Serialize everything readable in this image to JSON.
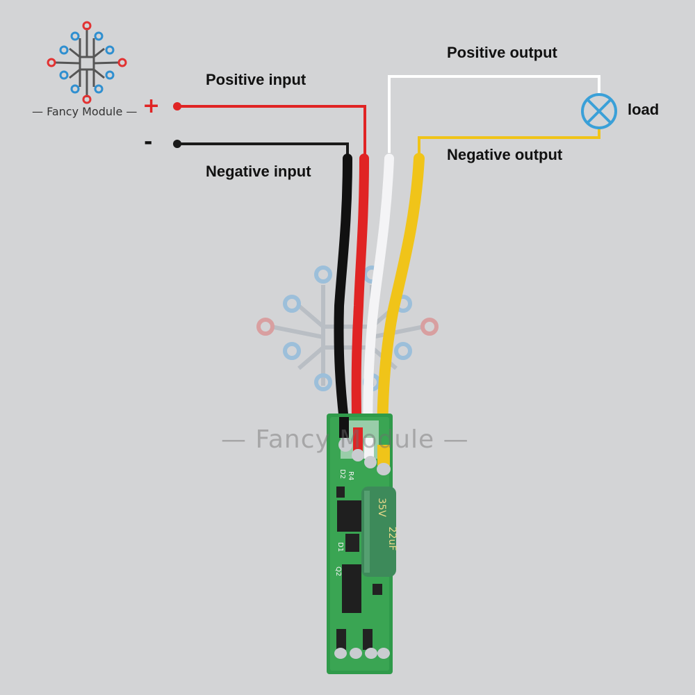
{
  "labels": {
    "positive_input": "Positive input",
    "negative_input": "Negative input",
    "positive_output": "Positive output",
    "negative_output": "Negative output",
    "load": "load",
    "plus_sign": "+",
    "minus_sign": "-"
  },
  "brand": {
    "logo_text": "— Fancy Module —",
    "watermark_text": "— Fancy Module —"
  },
  "board_markings": {
    "capacitor_rating": "35V",
    "capacitor_value": "22uF",
    "d1": "D1",
    "d2": "D2",
    "r4": "R4",
    "q2": "Q2"
  },
  "colors": {
    "background": "#d3d4d6",
    "wire_red": "#e02424",
    "wire_black": "#1a1a1a",
    "wire_white": "#f4f4f6",
    "wire_yellow": "#f0c419",
    "lamp_blue": "#3aa0d8",
    "pcb_green": "#2f9a4a",
    "capacitor_green": "#3d8a5a",
    "logo_red": "#e23232",
    "logo_blue": "#2f8fd0"
  },
  "icons": {
    "lamp": "lamp-icon",
    "logo": "circuit-logo-icon"
  }
}
